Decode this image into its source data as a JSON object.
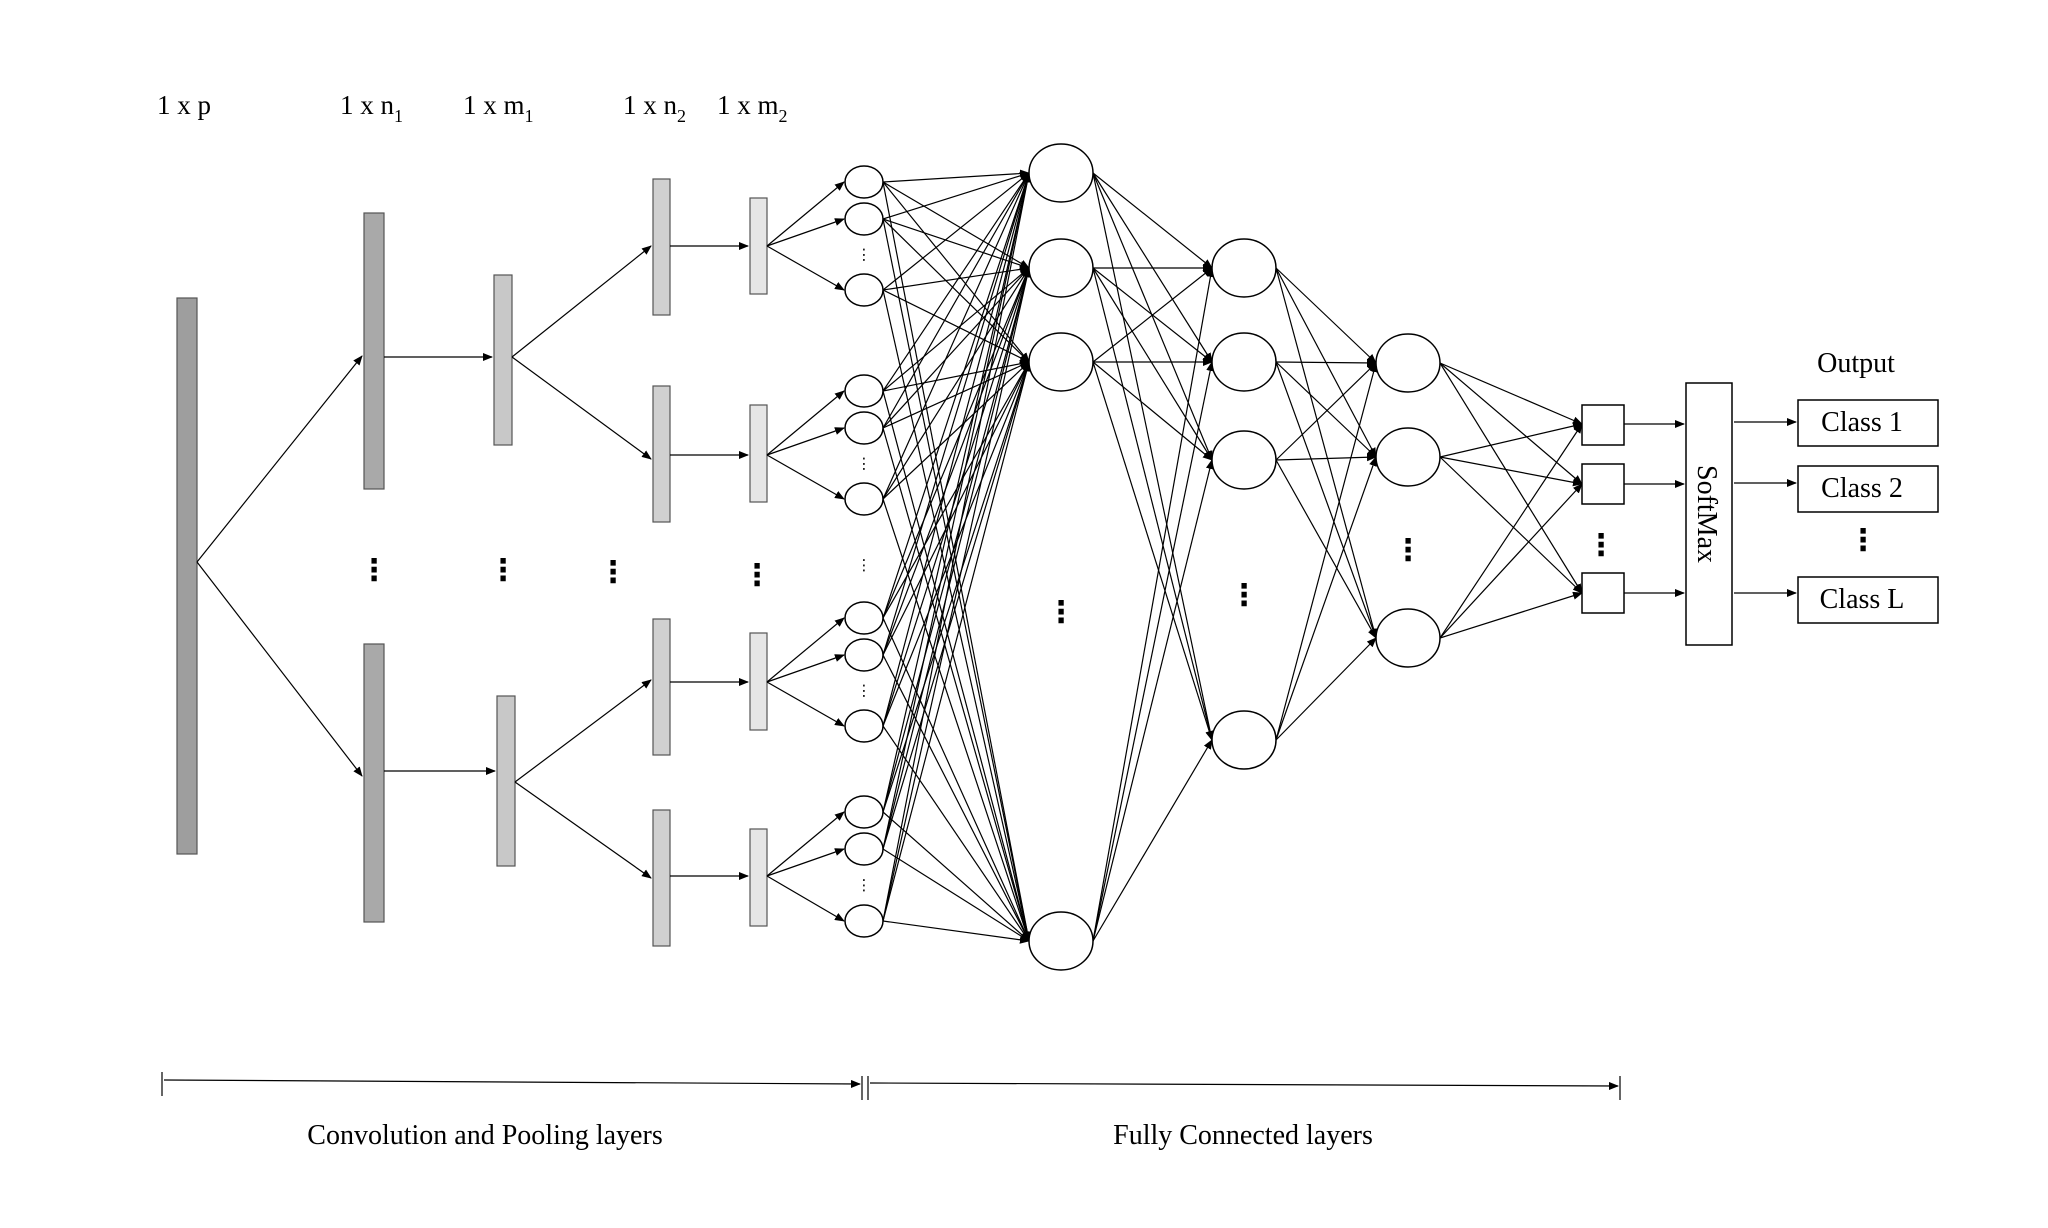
{
  "header": {
    "input_dim": "1 x p",
    "conv1_dim": "1 x n",
    "conv1_sub": "1",
    "pool1_dim": "1 x m",
    "pool1_sub": "1",
    "conv2_dim": "1 x n",
    "conv2_sub": "2",
    "pool2_dim": "1 x m",
    "pool2_sub": "2"
  },
  "output": {
    "title": "Output",
    "classes": [
      "Class 1",
      "Class 2",
      "Class L"
    ]
  },
  "softmax_label": "SoftMax",
  "sections": {
    "conv_pool": "Convolution and Pooling layers",
    "fully_connected": "Fully Connected layers"
  },
  "colors": {
    "input_bar": "#9e9e9e",
    "conv1_bar": "#a9a9a9",
    "pool1_bar": "#c8c8c8",
    "conv2_bar": "#d0d0d0",
    "pool2_bar": "#e6e6e6"
  }
}
